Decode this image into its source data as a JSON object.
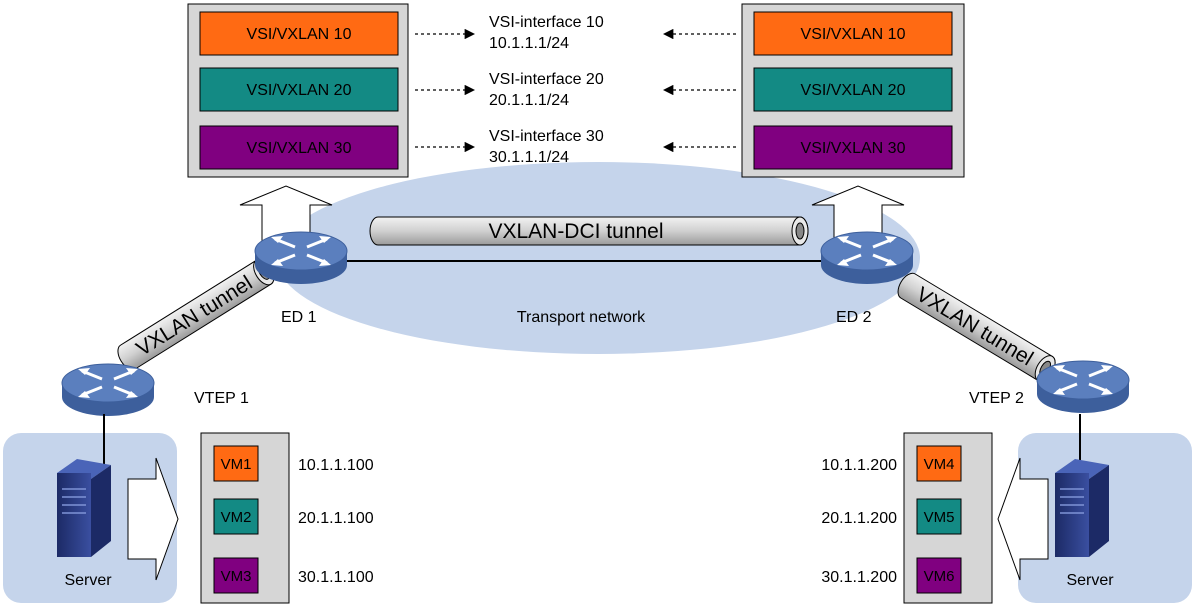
{
  "colors": {
    "vxlan10": "#ff6a13",
    "vxlan20": "#138a84",
    "vxlan30": "#800080",
    "cloud": "#c5d4eb",
    "router_top": "#5b7fbe",
    "router_side": "#3d5f9c",
    "server_area": "#c5d4eb",
    "panel": "#d6d6d6",
    "tunnel": "#d3d3d3"
  },
  "left_vsi_panel": {
    "items": [
      "VSI/VXLAN 10",
      "VSI/VXLAN 20",
      "VSI/VXLAN 30"
    ]
  },
  "right_vsi_panel": {
    "items": [
      "VSI/VXLAN 10",
      "VSI/VXLAN 20",
      "VSI/VXLAN 30"
    ]
  },
  "vsi_interfaces": [
    {
      "name": "VSI-interface 10",
      "ip": "10.1.1.1/24"
    },
    {
      "name": "VSI-interface 20",
      "ip": "20.1.1.1/24"
    },
    {
      "name": "VSI-interface 30",
      "ip": "30.1.1.1/24"
    }
  ],
  "dci_tunnel_label": "VXLAN-DCI tunnel",
  "transport_label": "Transport network",
  "ed1_label": "ED 1",
  "ed2_label": "ED 2",
  "left_tunnel_label": "VXLAN tunnel",
  "right_tunnel_label": "VXLAN tunnel",
  "vtep1_label": "VTEP 1",
  "vtep2_label": "VTEP 2",
  "left_server_label": "Server",
  "right_server_label": "Server",
  "left_vms": [
    {
      "name": "VM1",
      "ip": "10.1.1.100"
    },
    {
      "name": "VM2",
      "ip": "20.1.1.100"
    },
    {
      "name": "VM3",
      "ip": "30.1.1.100"
    }
  ],
  "right_vms": [
    {
      "name": "VM4",
      "ip": "10.1.1.200"
    },
    {
      "name": "VM5",
      "ip": "20.1.1.200"
    },
    {
      "name": "VM6",
      "ip": "30.1.1.200"
    }
  ]
}
